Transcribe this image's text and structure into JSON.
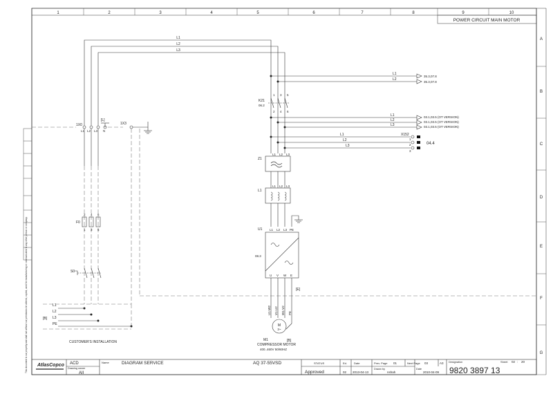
{
  "columns": [
    "1",
    "2",
    "3",
    "4",
    "5",
    "6",
    "7",
    "8",
    "9",
    "10"
  ],
  "rows": [
    "A",
    "B",
    "C",
    "D",
    "E",
    "F",
    "G"
  ],
  "header_title": "POWER CIRCUIT MAIN MOTOR",
  "side_note": "This document is our property and shall not without our permission be altered, copied, used for manufacturing or communicated to any other person or company.",
  "top_bus": {
    "l1": "L1",
    "l2": "L2",
    "l3": "L3"
  },
  "out_1": {
    "l1": "L1",
    "l2": "L2",
    "ref1": "35.3,07.8",
    "ref2": "35.3,07.8"
  },
  "k21": {
    "name": "K21",
    "ref": "06.2",
    "t1": "1",
    "t2": "3",
    "t3": "5",
    "b1": "2",
    "b2": "4",
    "b3": "6"
  },
  "out_2": {
    "l1": "L1",
    "l2": "L2",
    "l3": "L3",
    "ref1": "03.1,03.5 (OT VERSION)",
    "ref2": "03.1,03.5 (OT VERSION)",
    "ref3": "03.1,03.5 (OT VERSION)"
  },
  "x152": {
    "name": "X152",
    "l1": "L1",
    "l2": "L2",
    "l3": "L3",
    "p1": "1",
    "p2": "2",
    "p3": "3",
    "ref": "04.4"
  },
  "z1": {
    "name": "Z1",
    "l1": "L1",
    "l2": "L2",
    "l3": "L3"
  },
  "l1_choke": {
    "name": "L1",
    "l1": "L1",
    "l2": "L2",
    "l3": "L3"
  },
  "u1": {
    "name": "U1",
    "ref": "08.3",
    "l1": "L1",
    "l2": "L2",
    "l3": "L3",
    "pe": "PE",
    "u": "U",
    "v": "V",
    "w": "W",
    "e": "E"
  },
  "e_mark": "[E]",
  "motor": {
    "name": "M1",
    "desc": "COMPRESSOR MOTOR",
    "spec": "400..460V 50/60HZ",
    "w1": "U1-W2",
    "w2": "V1-U2",
    "w3": "W1-V2",
    "w4": "PE",
    "mark": "[B]",
    "m": "M",
    "tilde": "3~"
  },
  "x0": {
    "name": "1X0",
    "l1": "L1",
    "l2": "L2",
    "l3": "L3",
    "n": "N",
    "lmark": "[L]"
  },
  "x3": {
    "name": "1X3"
  },
  "f0": {
    "name": "F0",
    "t1": "2",
    "t2": "4",
    "t3": "6",
    "b1": "1",
    "b2": "3",
    "b3": "5"
  },
  "s0": {
    "name": "S0"
  },
  "customer": {
    "l1": "L1",
    "l2": "L2",
    "l3": "L3",
    "pe": "PE",
    "mark": "[B]",
    "label": "CUSTOMER'S INSTALLATION"
  },
  "title_block": {
    "logo": "AtlasCopco",
    "company": "ACD",
    "drawing_owner_label": "Drawing owner",
    "drawing_owner": "AII",
    "name_label": "Name",
    "name": "DIAGRAM SERVICE",
    "product": "AQ 37-55VSD",
    "status_label": "STATUS",
    "status": "Approved",
    "ed_label": "Ed.",
    "ed": "02",
    "date_label": "Date",
    "date": "2013-04-13",
    "prev_page_label": "Prev. Page",
    "prev_page": "01",
    "next_page_label": "Next Page",
    "next_page": "03",
    "format": "A3",
    "drawn_by_label": "Drawn by",
    "drawn_by": "nshah",
    "date2_label": "Date",
    "date2": "2010-04-09",
    "designation_label": "Designation",
    "designation": "9820 3897 13",
    "sheet_label": "Sheet",
    "sheet": "02",
    "sheet_of": "20"
  }
}
